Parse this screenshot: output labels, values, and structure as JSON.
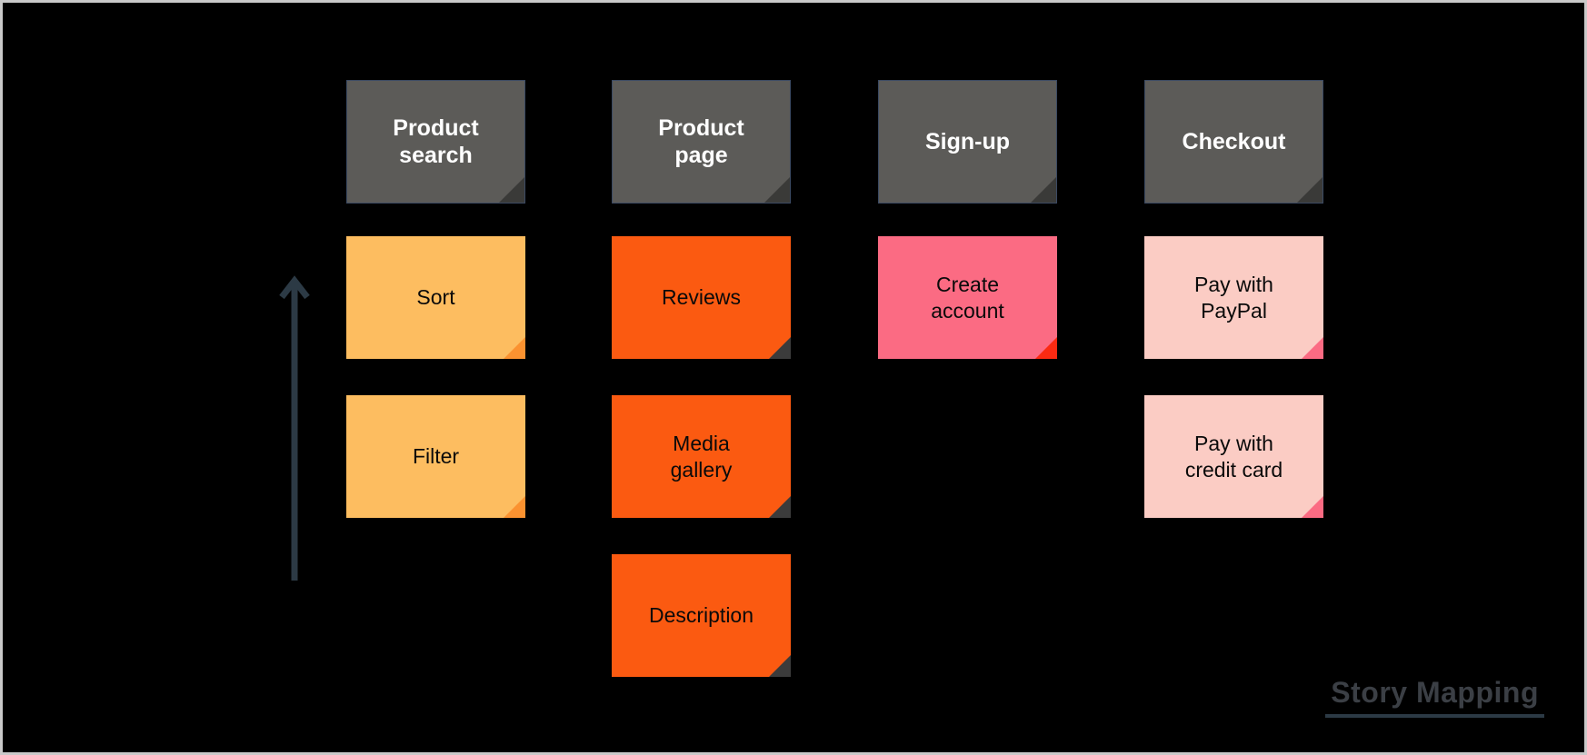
{
  "board": {
    "title": "Story Mapping",
    "background_color": "#000000",
    "frame_color": "#c9c9c9"
  },
  "arrow": {
    "name": "priority-arrow",
    "direction": "up",
    "color": "#2c3a45",
    "meaning": "priority"
  },
  "columns": [
    {
      "id": "product-search",
      "header": {
        "label": "Product\nsearch",
        "color": "#5c5b58",
        "text_color": "#ffffff"
      },
      "cards": [
        {
          "label": "Sort",
          "color": "#fdbd60",
          "fold_color": "#fb9230",
          "text_color": "#0a0a0a"
        },
        {
          "label": "Filter",
          "color": "#fdbd60",
          "fold_color": "#fb9230",
          "text_color": "#0a0a0a"
        }
      ]
    },
    {
      "id": "product-page",
      "header": {
        "label": "Product\npage",
        "color": "#5c5b58",
        "text_color": "#ffffff"
      },
      "cards": [
        {
          "label": "Reviews",
          "color": "#fb5a11",
          "fold_color": "#3b3b3b",
          "text_color": "#0a0a0a"
        },
        {
          "label": "Media\ngallery",
          "color": "#fb5a11",
          "fold_color": "#3b3b3b",
          "text_color": "#0a0a0a"
        },
        {
          "label": "Description",
          "color": "#fb5a11",
          "fold_color": "#3b3b3b",
          "text_color": "#0a0a0a"
        }
      ]
    },
    {
      "id": "sign-up",
      "header": {
        "label": "Sign-up",
        "color": "#5c5b58",
        "text_color": "#ffffff"
      },
      "cards": [
        {
          "label": "Create\naccount",
          "color": "#fb6b83",
          "fold_color": "#fb2a12",
          "text_color": "#0a0a0a"
        }
      ]
    },
    {
      "id": "checkout",
      "header": {
        "label": "Checkout",
        "color": "#5c5b58",
        "text_color": "#ffffff"
      },
      "cards": [
        {
          "label": "Pay with\nPayPal",
          "color": "#fbccc4",
          "fold_color": "#fb6b83",
          "text_color": "#0a0a0a"
        },
        {
          "label": "Pay with\ncredit card",
          "color": "#fbccc4",
          "fold_color": "#fb6b83",
          "text_color": "#0a0a0a"
        }
      ]
    }
  ]
}
